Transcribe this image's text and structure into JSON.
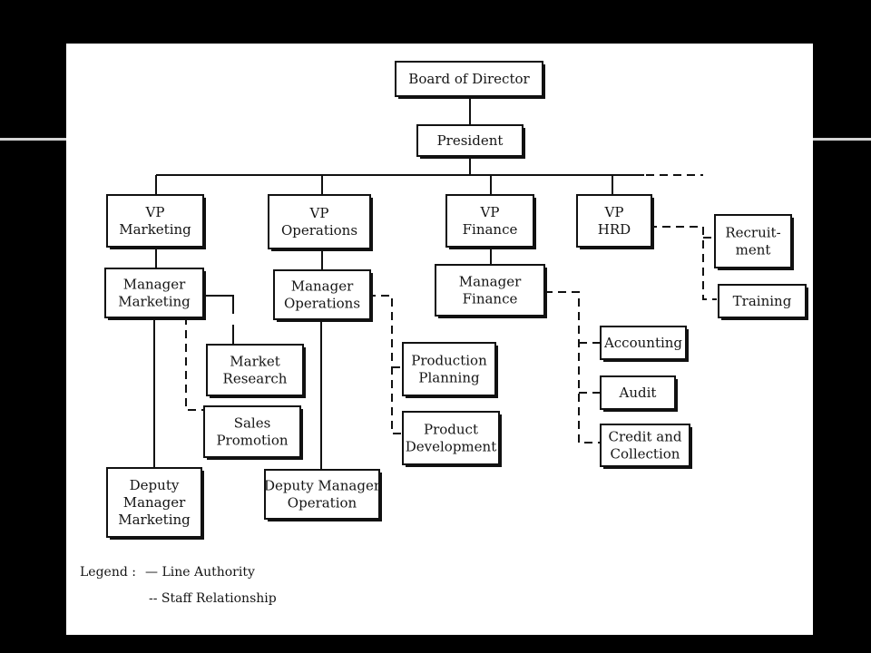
{
  "nodes": {
    "board": "Board of Director",
    "president": "President",
    "vp_marketing": [
      "VP",
      "Marketing"
    ],
    "vp_operations": [
      "VP",
      "Operations"
    ],
    "vp_finance": [
      "VP",
      "Finance"
    ],
    "vp_hrd": [
      "VP",
      "HRD"
    ],
    "manager_marketing": [
      "Manager",
      "Marketing"
    ],
    "manager_operations": [
      "Manager",
      "Operations"
    ],
    "manager_finance": [
      "Manager",
      "Finance"
    ],
    "recruitment": [
      "Recruit-",
      "ment"
    ],
    "training": "Training",
    "market_research": [
      "Market",
      "Research"
    ],
    "sales_promotion": [
      "Sales",
      "Promotion"
    ],
    "production_planning": [
      "Production",
      "Planning"
    ],
    "product_development": [
      "Product",
      "Development"
    ],
    "accounting": "Accounting",
    "audit": "Audit",
    "credit_collection": [
      "Credit and",
      "Collection"
    ],
    "deputy_manager_marketing": [
      "Deputy",
      "Manager",
      "Marketing"
    ],
    "deputy_manager_operation": [
      "Deputy Manager",
      "Operation"
    ]
  },
  "legend": {
    "title": "Legend :",
    "line": "— Line Authority",
    "staff": "-- Staff Relationship"
  }
}
